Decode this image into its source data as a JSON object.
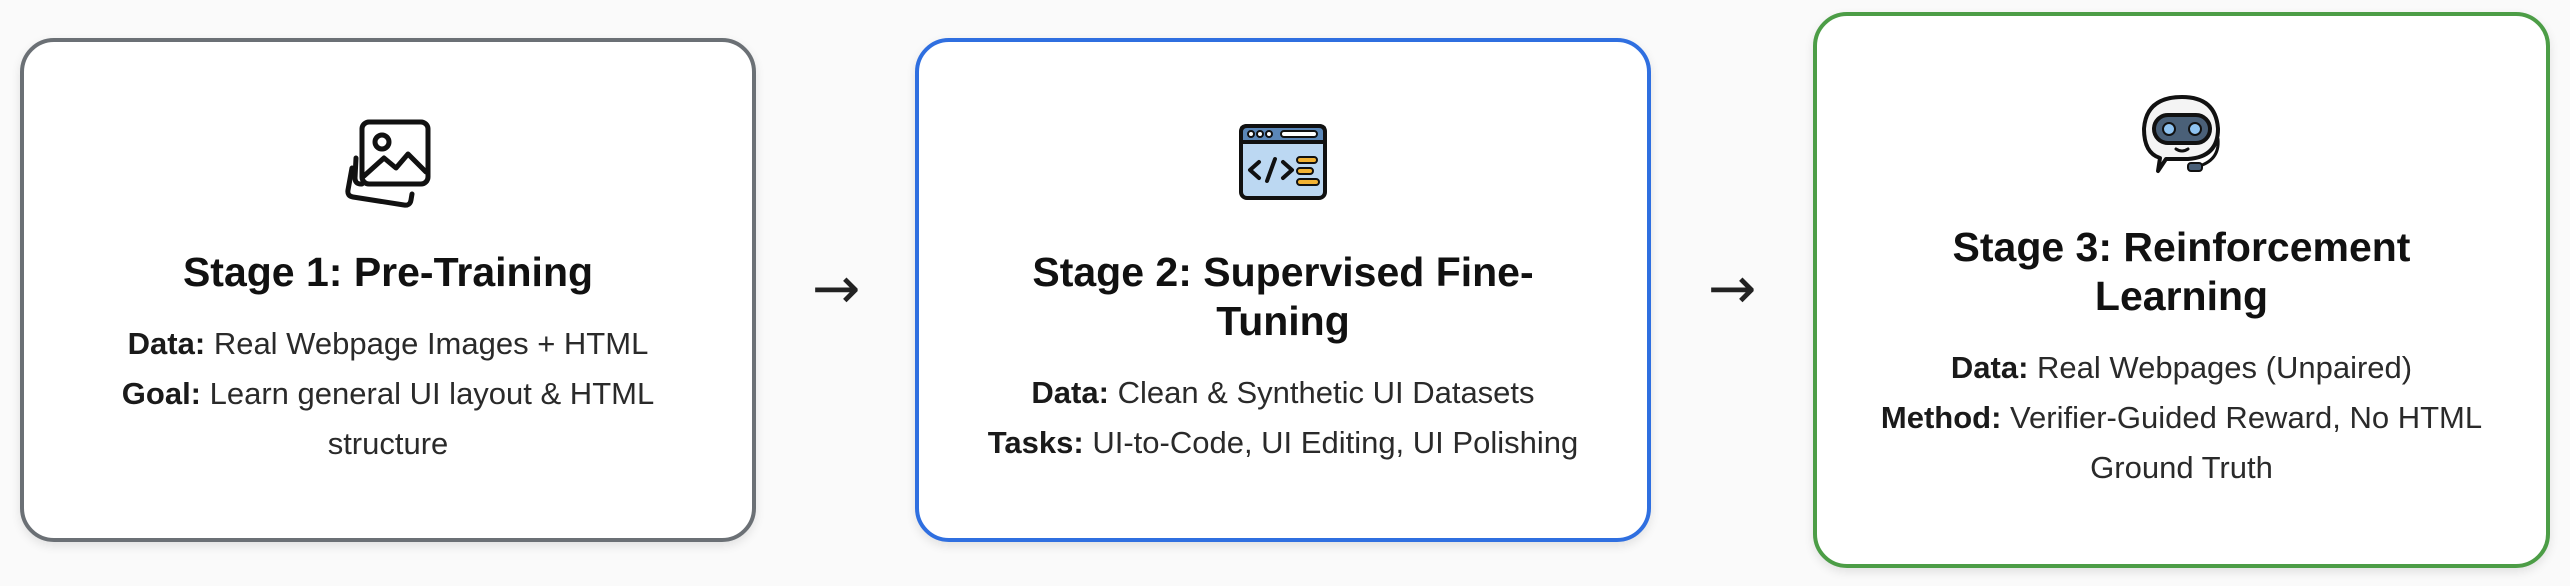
{
  "stages": [
    {
      "icon": "images-icon",
      "title": "Stage 1: Pre-Training",
      "line1_key": "Data:",
      "line1_value": "Real Webpage Images + HTML",
      "line2_key": "Goal:",
      "line2_value": "Learn general UI layout & HTML structure",
      "border_color": "#6b7075"
    },
    {
      "icon": "code-window-icon",
      "title": "Stage 2: Supervised Fine-Tuning",
      "line1_key": "Data:",
      "line1_value": "Clean & Synthetic UI Datasets",
      "line2_key": "Tasks:",
      "line2_value": "UI-to-Code, UI Editing, UI Polishing",
      "border_color": "#2f6fe0"
    },
    {
      "icon": "robot-icon",
      "title": "Stage 3: Reinforcement Learning",
      "line1_key": "Data:",
      "line1_value": "Real Webpages (Unpaired)",
      "line2_key": "Method:",
      "line2_value": "Verifier-Guided Reward, No HTML Ground Truth",
      "border_color": "#4c9d46"
    }
  ],
  "arrows": [
    "→",
    "→"
  ]
}
